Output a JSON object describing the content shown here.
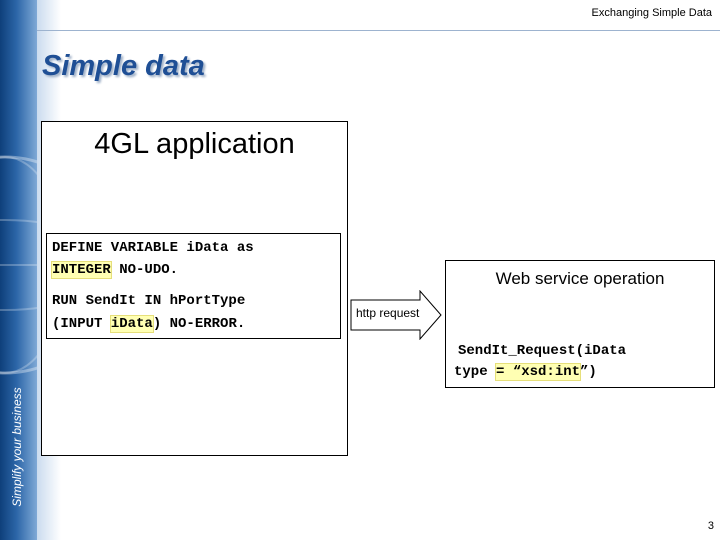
{
  "header": {
    "section_title": "Exchanging Simple Data"
  },
  "sidebar": {
    "tagline": "Simplify your business"
  },
  "slide": {
    "title": "Simple data",
    "page_number": "3"
  },
  "app_box": {
    "title": "4GL application",
    "code": {
      "line1": "DEFINE VARIABLE iData as",
      "line2_highlight": "INTEGER",
      "line2_rest": " NO-UDO.",
      "line3": "RUN SendIt IN hPortType",
      "line4_start": "(INPUT ",
      "line4_highlight": "iData",
      "line4_end": ") NO-ERROR."
    }
  },
  "arrow": {
    "label": "http request"
  },
  "ws_box": {
    "title": "Web service operation",
    "code": {
      "line1": "SendIt_Request(iData",
      "line2_start": "type ",
      "line2_highlight": "= “xsd:int",
      "line2_end": "”)"
    }
  },
  "colors": {
    "title_blue": "#1f4f95",
    "highlight_yellow": "#ffffb3",
    "band_blue": "#0e3f7a"
  }
}
